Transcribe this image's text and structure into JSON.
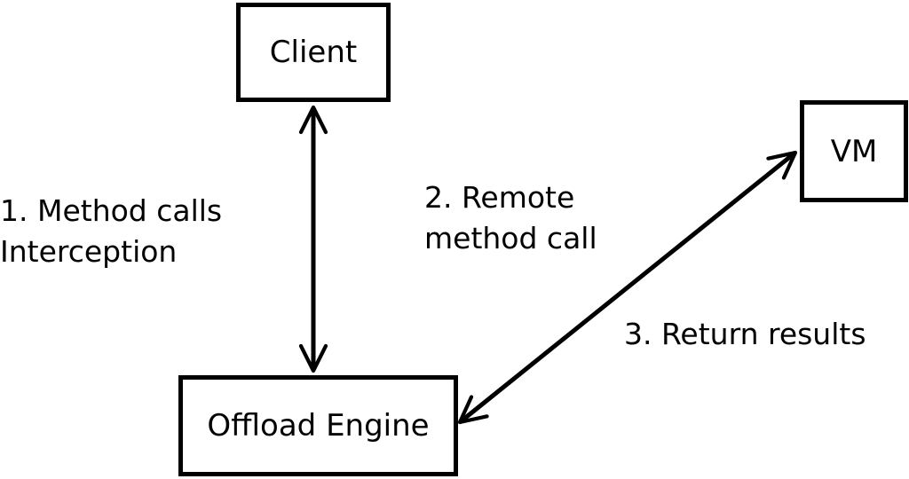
{
  "nodes": {
    "client": "Client",
    "vm": "VM",
    "offload_engine": "Offload Engine"
  },
  "labels": {
    "step1_line1": "1. Method calls",
    "step1_line2": "Interception",
    "step2_line1": "2. Remote",
    "step2_line2": "method call",
    "step3": "3. Return results"
  },
  "colors": {
    "stroke": "#000000",
    "background": "#ffffff"
  }
}
